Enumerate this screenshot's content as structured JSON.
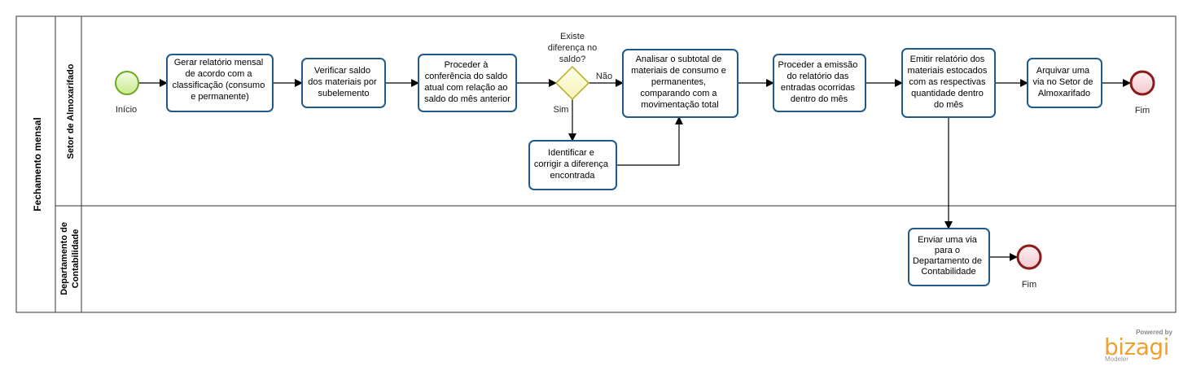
{
  "pool": {
    "title": "Fechamento mensal"
  },
  "lanes": [
    {
      "title": "Setor de Almoxarifado"
    },
    {
      "title_line1": "Departamento de",
      "title_line2": "Contabilidade"
    }
  ],
  "events": {
    "start": {
      "label": "Início"
    },
    "end1": {
      "label": "Fim"
    },
    "end2": {
      "label": "Fim"
    }
  },
  "tasks": [
    {
      "lines": [
        "Gerar relatório mensal",
        "de acordo com a",
        "classificação (consumo",
        "e permanente)"
      ]
    },
    {
      "lines": [
        "Verificar saldo",
        "dos materiais por",
        "subelemento"
      ]
    },
    {
      "lines": [
        "Proceder à",
        "conferência do saldo",
        "atual com relação ao",
        "saldo do mês anterior"
      ]
    },
    {
      "lines": [
        "Analisar o subtotal de",
        "materiais de consumo e",
        "permanentes,",
        "comparando com a",
        "movimentação total"
      ]
    },
    {
      "lines": [
        "Proceder a emissão",
        "do relatório das",
        "entradas ocorridas",
        "dentro do mês"
      ]
    },
    {
      "lines": [
        "Emitir relatório dos",
        "materiais estocados",
        "com as respectivas",
        "quantidade dentro",
        "do mês"
      ]
    },
    {
      "lines": [
        "Arquivar uma",
        "via no Setor de",
        "Almoxarifado"
      ]
    },
    {
      "lines": [
        "Identificar e",
        "corrigir a diferença",
        "encontrada"
      ]
    },
    {
      "lines": [
        "Enviar uma via",
        "para o",
        "Departamento de",
        "Contabilidade"
      ]
    }
  ],
  "gateway": {
    "lines": [
      "Existe",
      "diferença no",
      "saldo?"
    ],
    "yes": "Sim",
    "no": "Não"
  },
  "branding": {
    "powered": "Powered by",
    "brand": "bizagi",
    "product": "Modeler"
  }
}
